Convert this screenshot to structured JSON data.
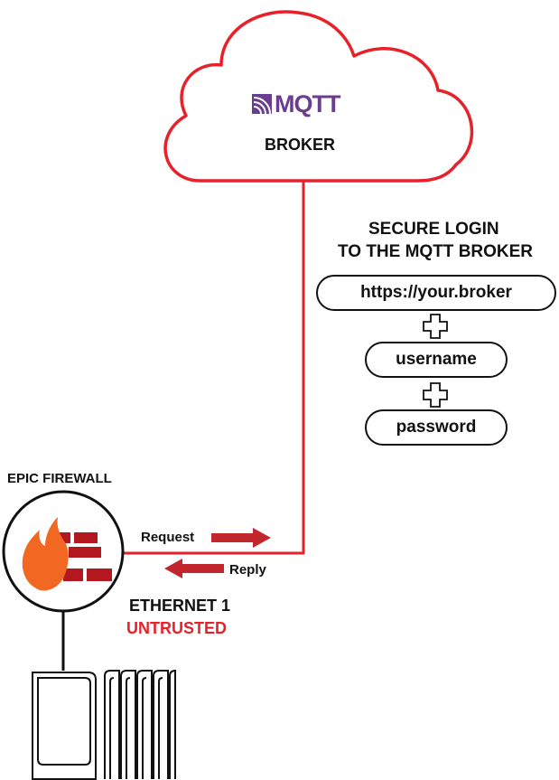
{
  "cloud": {
    "logo_text": "MQTT",
    "label": "BROKER"
  },
  "login": {
    "heading_line1": "SECURE LOGIN",
    "heading_line2": "TO THE MQTT BROKER",
    "fields": [
      "https://your.broker",
      "username",
      "password"
    ]
  },
  "firewall": {
    "title": "EPIC FIREWALL",
    "port": "ETHERNET 1",
    "status": "UNTRUSTED"
  },
  "arrows": {
    "request": "Request",
    "reply": "Reply"
  },
  "colors": {
    "line_red": "#e8202a",
    "arrow_red": "#c1272d",
    "brick_red": "#b3181f",
    "flame_orange": "#f26722",
    "logo_purple": "#6a3d8f",
    "status_red": "#e8202a"
  }
}
